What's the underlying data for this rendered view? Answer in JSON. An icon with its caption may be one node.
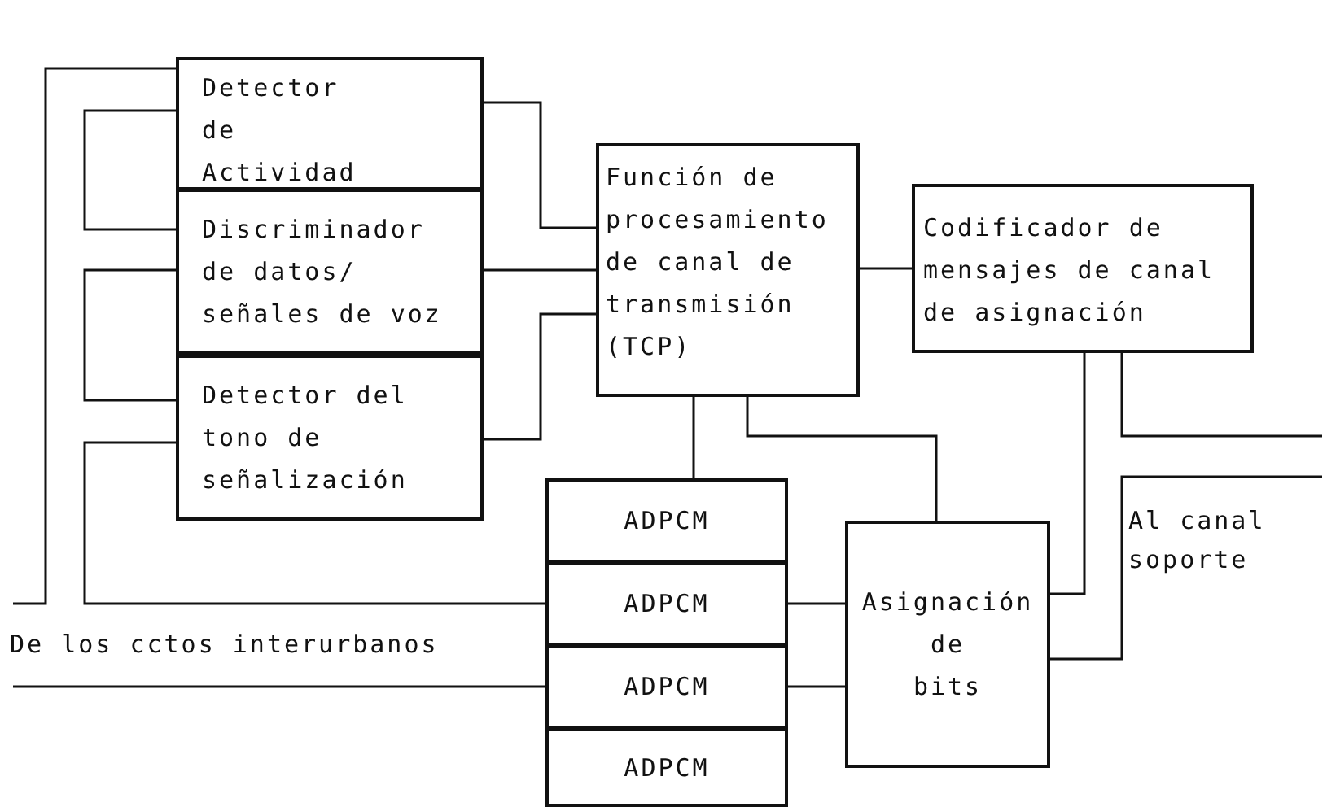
{
  "diagram": {
    "nodes": [
      {
        "text": [
          "Detector de Actividad"
        ]
      },
      {
        "text": [
          "Discriminador de datos/ señales de voz"
        ]
      },
      {
        "text": [
          "Detector del tono de señalización"
        ]
      },
      {
        "text": [
          "Función de procesamiento de canal de transmisión (TCP)"
        ]
      },
      {
        "text": [
          "Codificador de mensajes de canal de asignación"
        ]
      },
      {
        "text": [
          "ADPCM"
        ]
      },
      {
        "text": [
          "ADPCM"
        ]
      },
      {
        "text": [
          "ADPCM"
        ]
      },
      {
        "text": [
          "ADPCM"
        ]
      },
      {
        "text": [
          "Asignación de bits"
        ]
      }
    ],
    "edges": [
      {
        "from": null,
        "to": 0,
        "arrow": "none"
      },
      {
        "from": 0,
        "to": 1,
        "arrow": "none"
      },
      {
        "from": 1,
        "to": 2,
        "arrow": "none"
      },
      {
        "from": 2,
        "to": 6,
        "arrow": "none"
      },
      {
        "from": null,
        "to": 7,
        "arrow": "none"
      },
      {
        "from": 0,
        "to": 3,
        "arrow": "none"
      },
      {
        "from": 1,
        "to": 3,
        "arrow": "none"
      },
      {
        "from": 2,
        "to": 3,
        "arrow": "none"
      },
      {
        "from": 3,
        "to": 4,
        "arrow": "none"
      },
      {
        "from": 3,
        "to": 5,
        "arrow": "none"
      },
      {
        "from": 3,
        "to": 9,
        "arrow": "none"
      },
      {
        "from": 6,
        "to": 9,
        "arrow": "none"
      },
      {
        "from": 7,
        "to": 9,
        "arrow": "none"
      },
      {
        "from": 4,
        "to": 9,
        "arrow": "none"
      },
      {
        "from": 4,
        "to": null,
        "arrow": "none"
      },
      {
        "from": 9,
        "to": null,
        "arrow": "none"
      }
    ],
    "labels": [
      "Al canal soporte",
      "De los cctos interurbanos"
    ]
  }
}
